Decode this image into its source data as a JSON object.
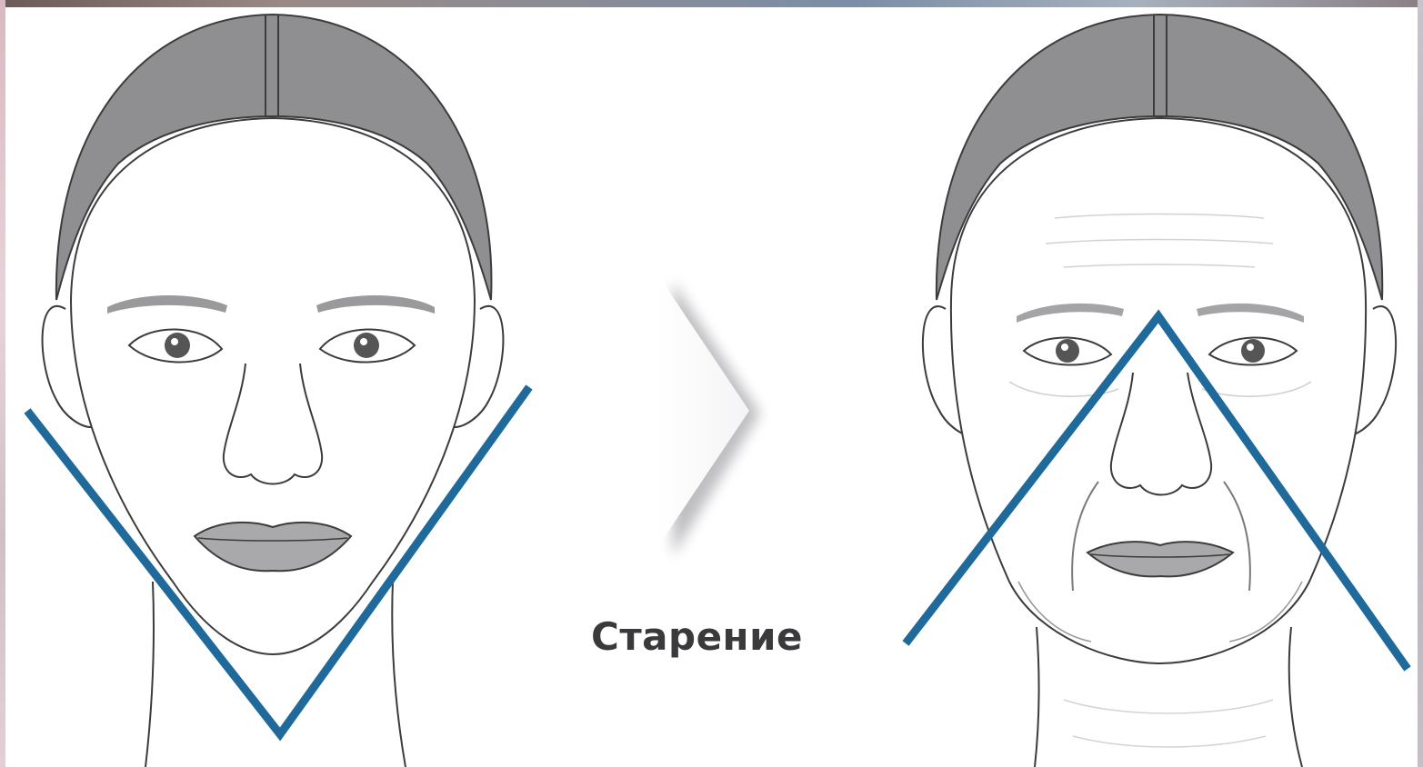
{
  "caption": "Старение",
  "colors": {
    "contour_line": "#1f6a9a",
    "hair": "#8f8f91",
    "lips": "#a9a9ab",
    "outline": "#3c3c3c",
    "background": "#ffffff"
  },
  "figures": {
    "young_face": {
      "contour_shape": "v-shape"
    },
    "old_face": {
      "contour_shape": "inverted-v-shape"
    }
  },
  "arrow": {
    "icon": "chevron-right-icon",
    "direction": "right"
  }
}
